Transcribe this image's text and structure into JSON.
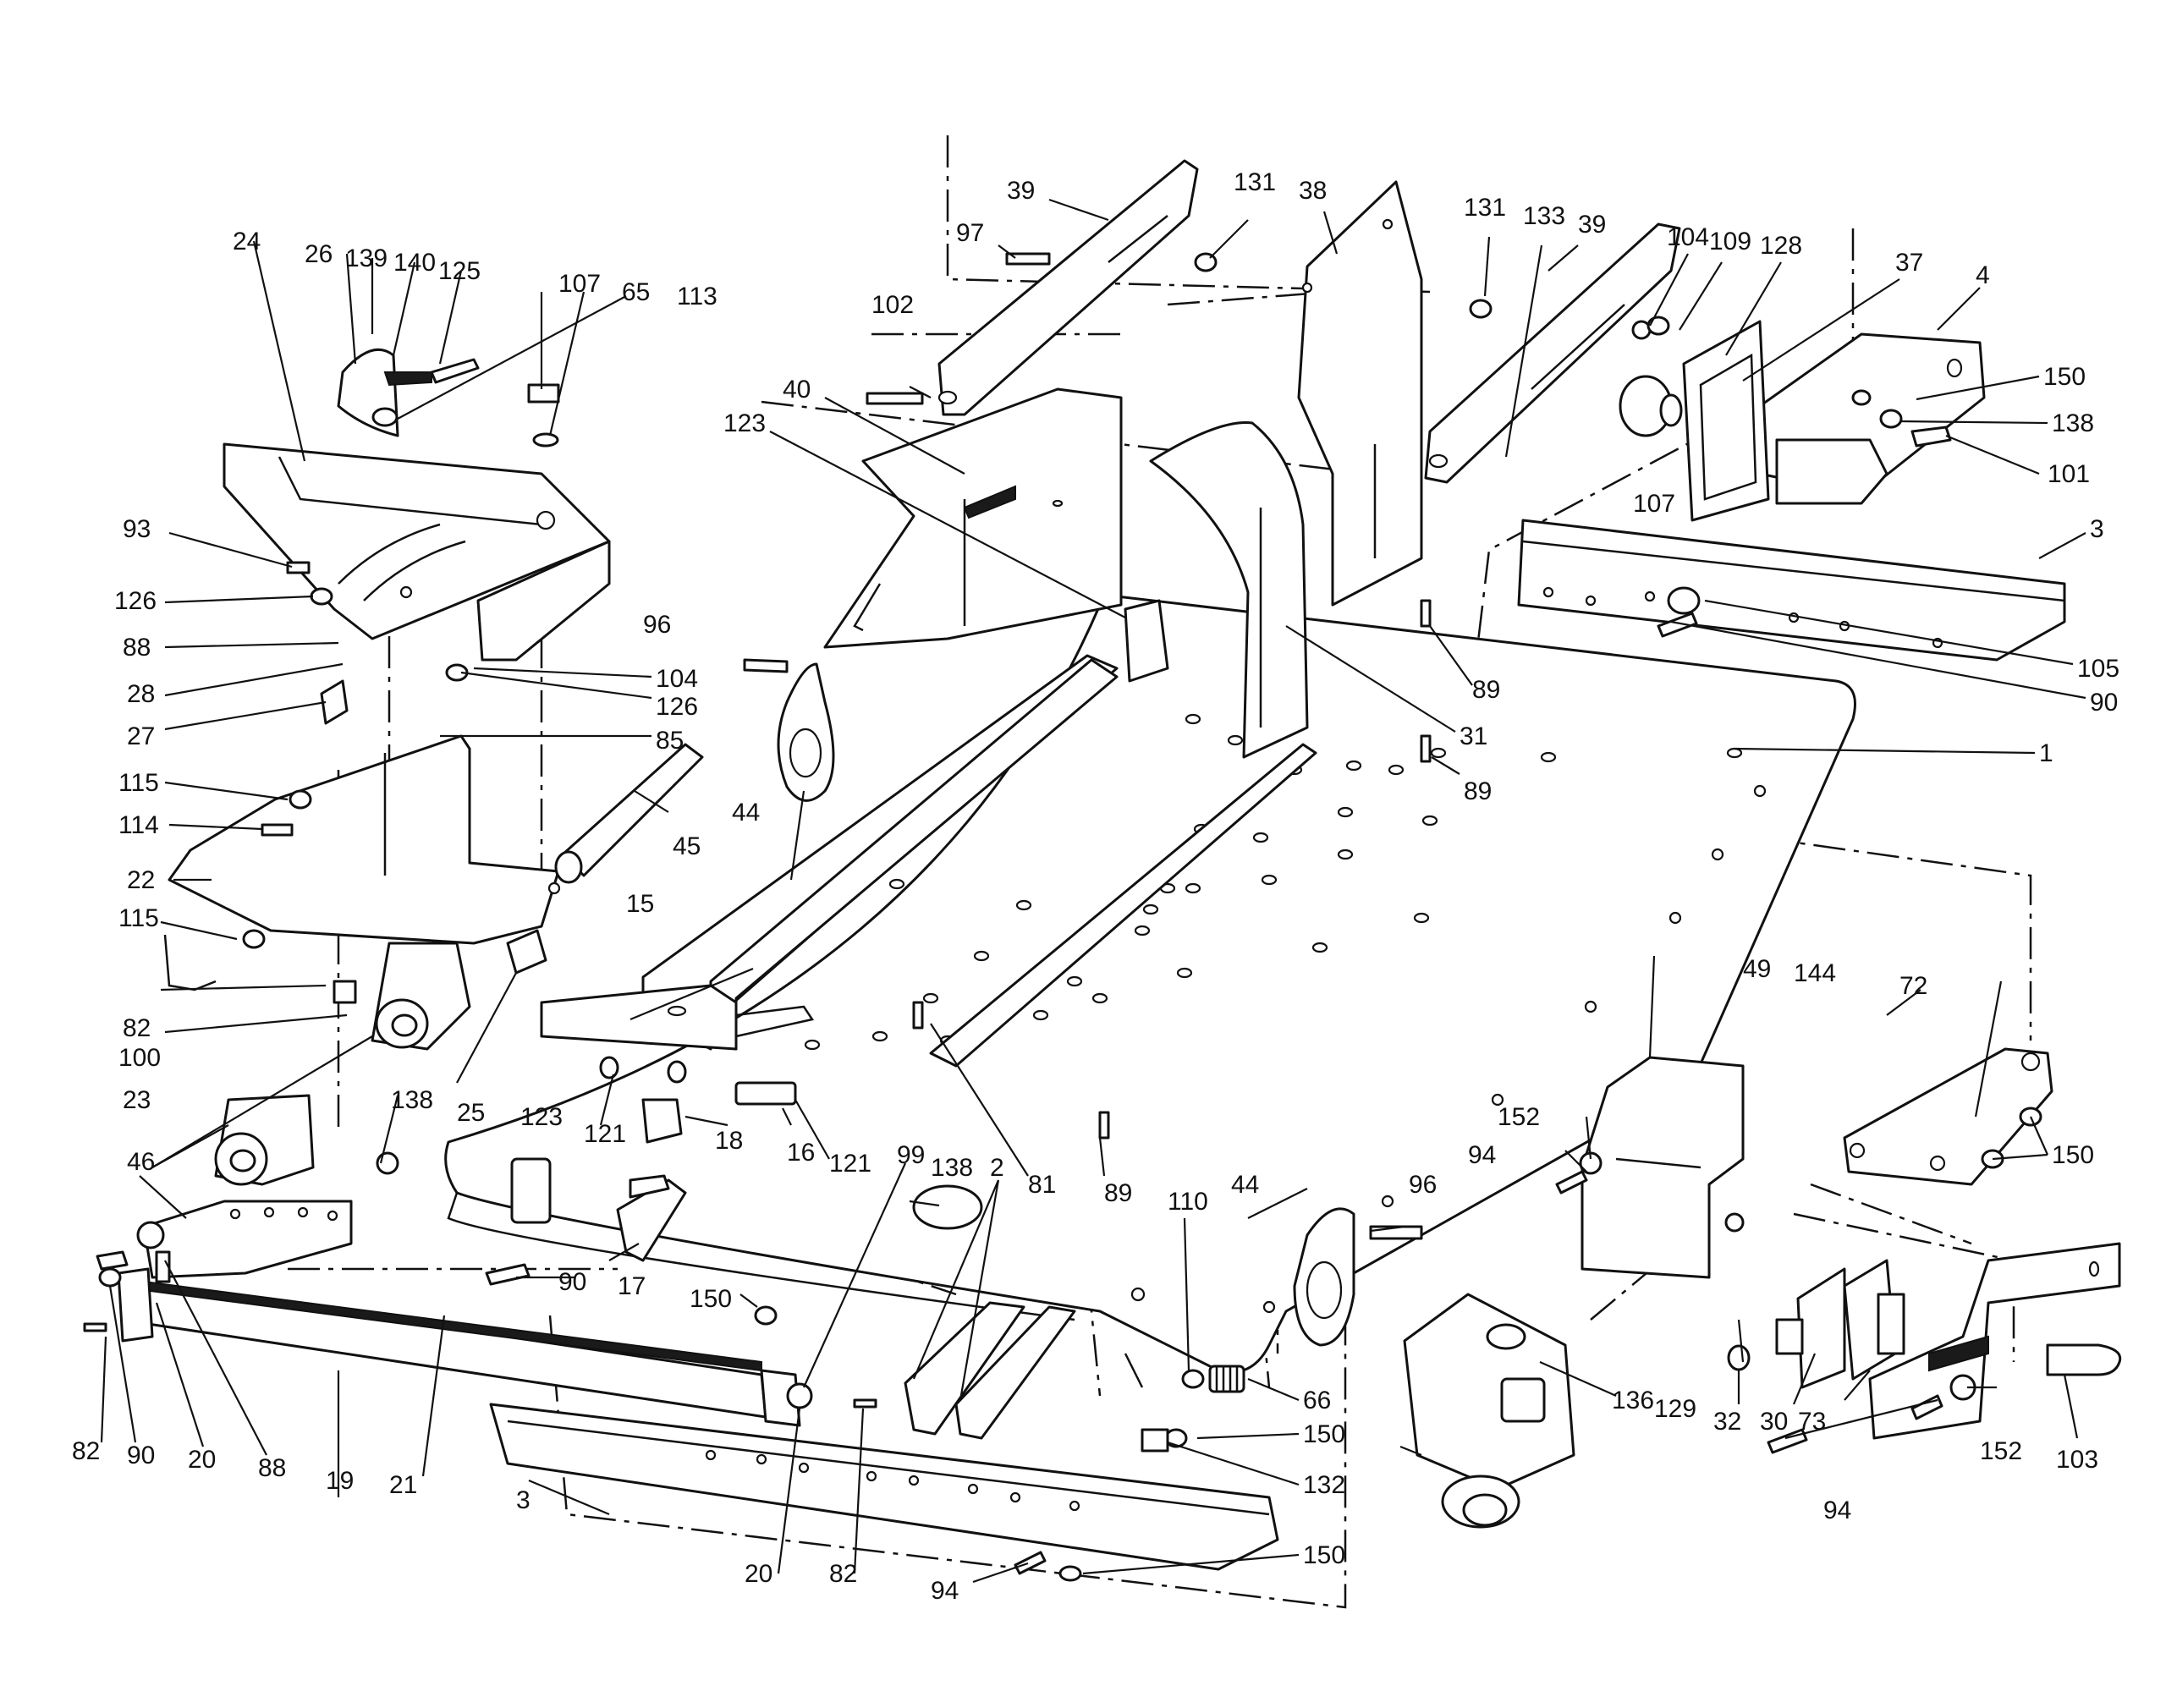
{
  "diagram": {
    "labels": [
      {
        "id": "l1",
        "text": "1"
      },
      {
        "id": "l2",
        "text": "2"
      },
      {
        "id": "l3a",
        "text": "3"
      },
      {
        "id": "l3b",
        "text": "3"
      },
      {
        "id": "l4",
        "text": "4"
      },
      {
        "id": "l15",
        "text": "15"
      },
      {
        "id": "l16",
        "text": "16"
      },
      {
        "id": "l17",
        "text": "17"
      },
      {
        "id": "l18",
        "text": "18"
      },
      {
        "id": "l19",
        "text": "19"
      },
      {
        "id": "l20a",
        "text": "20"
      },
      {
        "id": "l20b",
        "text": "20"
      },
      {
        "id": "l21",
        "text": "21"
      },
      {
        "id": "l22",
        "text": "22"
      },
      {
        "id": "l23",
        "text": "23"
      },
      {
        "id": "l24",
        "text": "24"
      },
      {
        "id": "l25",
        "text": "25"
      },
      {
        "id": "l26",
        "text": "26"
      },
      {
        "id": "l27",
        "text": "27"
      },
      {
        "id": "l28",
        "text": "28"
      },
      {
        "id": "l30",
        "text": "30"
      },
      {
        "id": "l31",
        "text": "31"
      },
      {
        "id": "l32",
        "text": "32"
      },
      {
        "id": "l37",
        "text": "37"
      },
      {
        "id": "l38",
        "text": "38"
      },
      {
        "id": "l39a",
        "text": "39"
      },
      {
        "id": "l39b",
        "text": "39"
      },
      {
        "id": "l40",
        "text": "40"
      },
      {
        "id": "l44a",
        "text": "44"
      },
      {
        "id": "l44b",
        "text": "44"
      },
      {
        "id": "l45",
        "text": "45"
      },
      {
        "id": "l46",
        "text": "46"
      },
      {
        "id": "l49",
        "text": "49"
      },
      {
        "id": "l65",
        "text": "65"
      },
      {
        "id": "l66",
        "text": "66"
      },
      {
        "id": "l72",
        "text": "72"
      },
      {
        "id": "l73",
        "text": "73"
      },
      {
        "id": "l81",
        "text": "81"
      },
      {
        "id": "l82a",
        "text": "82"
      },
      {
        "id": "l82b",
        "text": "82"
      },
      {
        "id": "l82c",
        "text": "82"
      },
      {
        "id": "l85",
        "text": "85"
      },
      {
        "id": "l88a",
        "text": "88"
      },
      {
        "id": "l88b",
        "text": "88"
      },
      {
        "id": "l89a",
        "text": "89"
      },
      {
        "id": "l89b",
        "text": "89"
      },
      {
        "id": "l89c",
        "text": "89"
      },
      {
        "id": "l90a",
        "text": "90"
      },
      {
        "id": "l90b",
        "text": "90"
      },
      {
        "id": "l90c",
        "text": "90"
      },
      {
        "id": "l93",
        "text": "93"
      },
      {
        "id": "l94a",
        "text": "94"
      },
      {
        "id": "l94b",
        "text": "94"
      },
      {
        "id": "l94c",
        "text": "94"
      },
      {
        "id": "l96a",
        "text": "96"
      },
      {
        "id": "l96b",
        "text": "96"
      },
      {
        "id": "l97",
        "text": "97"
      },
      {
        "id": "l99",
        "text": "99"
      },
      {
        "id": "l100",
        "text": "100"
      },
      {
        "id": "l101",
        "text": "101"
      },
      {
        "id": "l102",
        "text": "102"
      },
      {
        "id": "l103",
        "text": "103"
      },
      {
        "id": "l104a",
        "text": "104"
      },
      {
        "id": "l104b",
        "text": "104"
      },
      {
        "id": "l105",
        "text": "105"
      },
      {
        "id": "l107a",
        "text": "107"
      },
      {
        "id": "l107b",
        "text": "107"
      },
      {
        "id": "l109",
        "text": "109"
      },
      {
        "id": "l110",
        "text": "110"
      },
      {
        "id": "l113",
        "text": "113"
      },
      {
        "id": "l114",
        "text": "114"
      },
      {
        "id": "l115a",
        "text": "115"
      },
      {
        "id": "l115b",
        "text": "115"
      },
      {
        "id": "l121a",
        "text": "121"
      },
      {
        "id": "l121b",
        "text": "121"
      },
      {
        "id": "l123a",
        "text": "123"
      },
      {
        "id": "l123b",
        "text": "123"
      },
      {
        "id": "l125",
        "text": "125"
      },
      {
        "id": "l126a",
        "text": "126"
      },
      {
        "id": "l126b",
        "text": "126"
      },
      {
        "id": "l128",
        "text": "128"
      },
      {
        "id": "l129",
        "text": "129"
      },
      {
        "id": "l131a",
        "text": "131"
      },
      {
        "id": "l131b",
        "text": "131"
      },
      {
        "id": "l132",
        "text": "132"
      },
      {
        "id": "l133",
        "text": "133"
      },
      {
        "id": "l136",
        "text": "136"
      },
      {
        "id": "l138a",
        "text": "138"
      },
      {
        "id": "l138b",
        "text": "138"
      },
      {
        "id": "l138c",
        "text": "138"
      },
      {
        "id": "l139",
        "text": "139"
      },
      {
        "id": "l140",
        "text": "140"
      },
      {
        "id": "l144",
        "text": "144"
      },
      {
        "id": "l150a",
        "text": "150"
      },
      {
        "id": "l150b",
        "text": "150"
      },
      {
        "id": "l150c",
        "text": "150"
      },
      {
        "id": "l150d",
        "text": "150"
      },
      {
        "id": "l150e",
        "text": "150"
      },
      {
        "id": "l152a",
        "text": "152"
      },
      {
        "id": "l152b",
        "text": "152"
      }
    ]
  }
}
